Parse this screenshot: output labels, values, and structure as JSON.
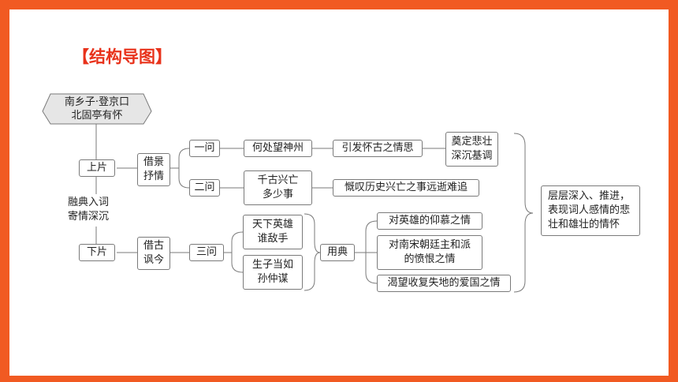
{
  "title": "【结构导图】",
  "root": "南乡子·登京口\n北固亭有怀",
  "upper": {
    "label": "上片",
    "method": "借景\n抒情",
    "q1": {
      "label": "一问",
      "question": "何处望神州",
      "effect": "引发怀古之情思",
      "tone": "奠定悲壮\n深沉基调"
    },
    "q2": {
      "label": "二问",
      "question": "千古兴亡\n多少事",
      "effect": "慨叹历史兴亡之事远逝难追"
    }
  },
  "middle_note": "融典入词\n寄情深沉",
  "lower": {
    "label": "下片",
    "method": "借古\n讽今",
    "q3": {
      "label": "三问",
      "items": [
        "天下英雄\n谁敌手",
        "生子当如\n孙仲谋"
      ]
    },
    "allusion": "用典",
    "feelings": [
      "对英雄的仰慕之情",
      "对南宋朝廷主和派\n的愤恨之情",
      "渴望收复失地的爱国之情"
    ]
  },
  "summary": "层层深入、推进，\n表现词人感情的悲\n壮和雄壮的情怀",
  "colors": {
    "frame": "#f15a22",
    "title": "#e8321b",
    "hex_fill": "#e6e6e6",
    "line": "#7a7a7a"
  }
}
